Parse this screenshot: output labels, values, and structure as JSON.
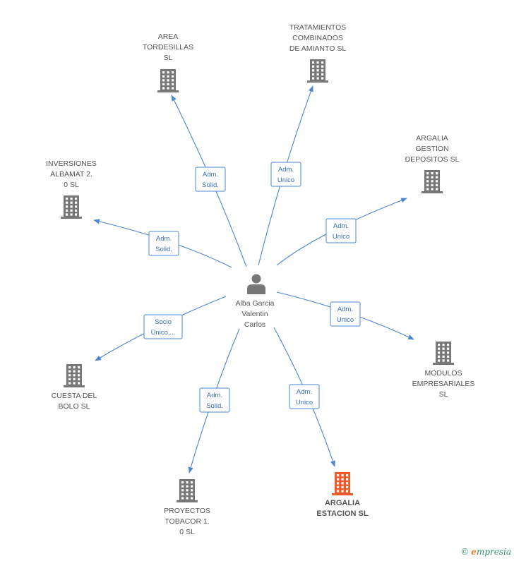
{
  "center": {
    "name_lines": [
      "Alba Garcia",
      "Valentin",
      "Carlos"
    ],
    "icon": "person-icon"
  },
  "companies": [
    {
      "id": "area-tordesillas",
      "lines": [
        "AREA",
        "TORDESILLAS",
        "SL"
      ],
      "role": [
        "Adm.",
        "Solid."
      ],
      "icon": "building-icon",
      "highlight": false
    },
    {
      "id": "tratamientos",
      "lines": [
        "TRATAMIENTOS",
        "COMBINADOS",
        "DE AMIANTO SL"
      ],
      "role": [
        "Adm.",
        "Unico"
      ],
      "icon": "building-icon",
      "highlight": false
    },
    {
      "id": "argalia-gestion",
      "lines": [
        "ARGALIA",
        "GESTION",
        "DEPOSITOS SL"
      ],
      "role": [
        "Adm.",
        "Unico"
      ],
      "icon": "building-icon",
      "highlight": false
    },
    {
      "id": "inversiones-albamat",
      "lines": [
        "INVERSIONES",
        "ALBAMAT 2.",
        "0  SL"
      ],
      "role": [
        "Adm.",
        "Solid."
      ],
      "icon": "building-icon",
      "highlight": false
    },
    {
      "id": "modulos",
      "lines": [
        "MODULOS",
        "EMPRESARIALES",
        "SL"
      ],
      "role": [
        "Adm.",
        "Unico"
      ],
      "icon": "building-icon",
      "highlight": false
    },
    {
      "id": "cuesta-bolo",
      "lines": [
        "CUESTA DEL",
        "BOLO SL"
      ],
      "role": [
        "Socio",
        "Único,..."
      ],
      "icon": "building-icon",
      "highlight": false
    },
    {
      "id": "proyectos-tobacor",
      "lines": [
        "PROYECTOS",
        "TOBACOR 1.",
        "0  SL"
      ],
      "role": [
        "Adm.",
        "Solid."
      ],
      "icon": "building-icon",
      "highlight": false
    },
    {
      "id": "argalia-estacion",
      "lines": [
        "ARGALIA",
        "ESTACION SL"
      ],
      "role": [
        "Adm.",
        "Unico"
      ],
      "icon": "building-icon",
      "highlight": true
    }
  ],
  "colors": {
    "edge": "#4a86d4",
    "building": "#777777",
    "highlight_building": "#f05a28",
    "person": "#777777"
  },
  "footer": {
    "copyright": "©",
    "brand_first": "e",
    "brand_rest": "mpresia"
  }
}
